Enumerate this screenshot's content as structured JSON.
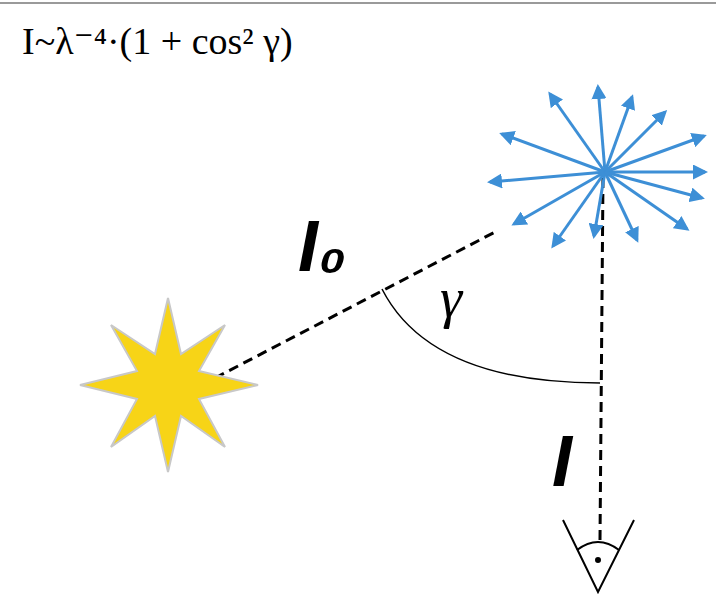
{
  "diagram": {
    "labels": [
      "I~λ⁻⁴·(1 + cos² γ)",
      "I₀",
      "γ",
      "I"
    ]
  }
}
